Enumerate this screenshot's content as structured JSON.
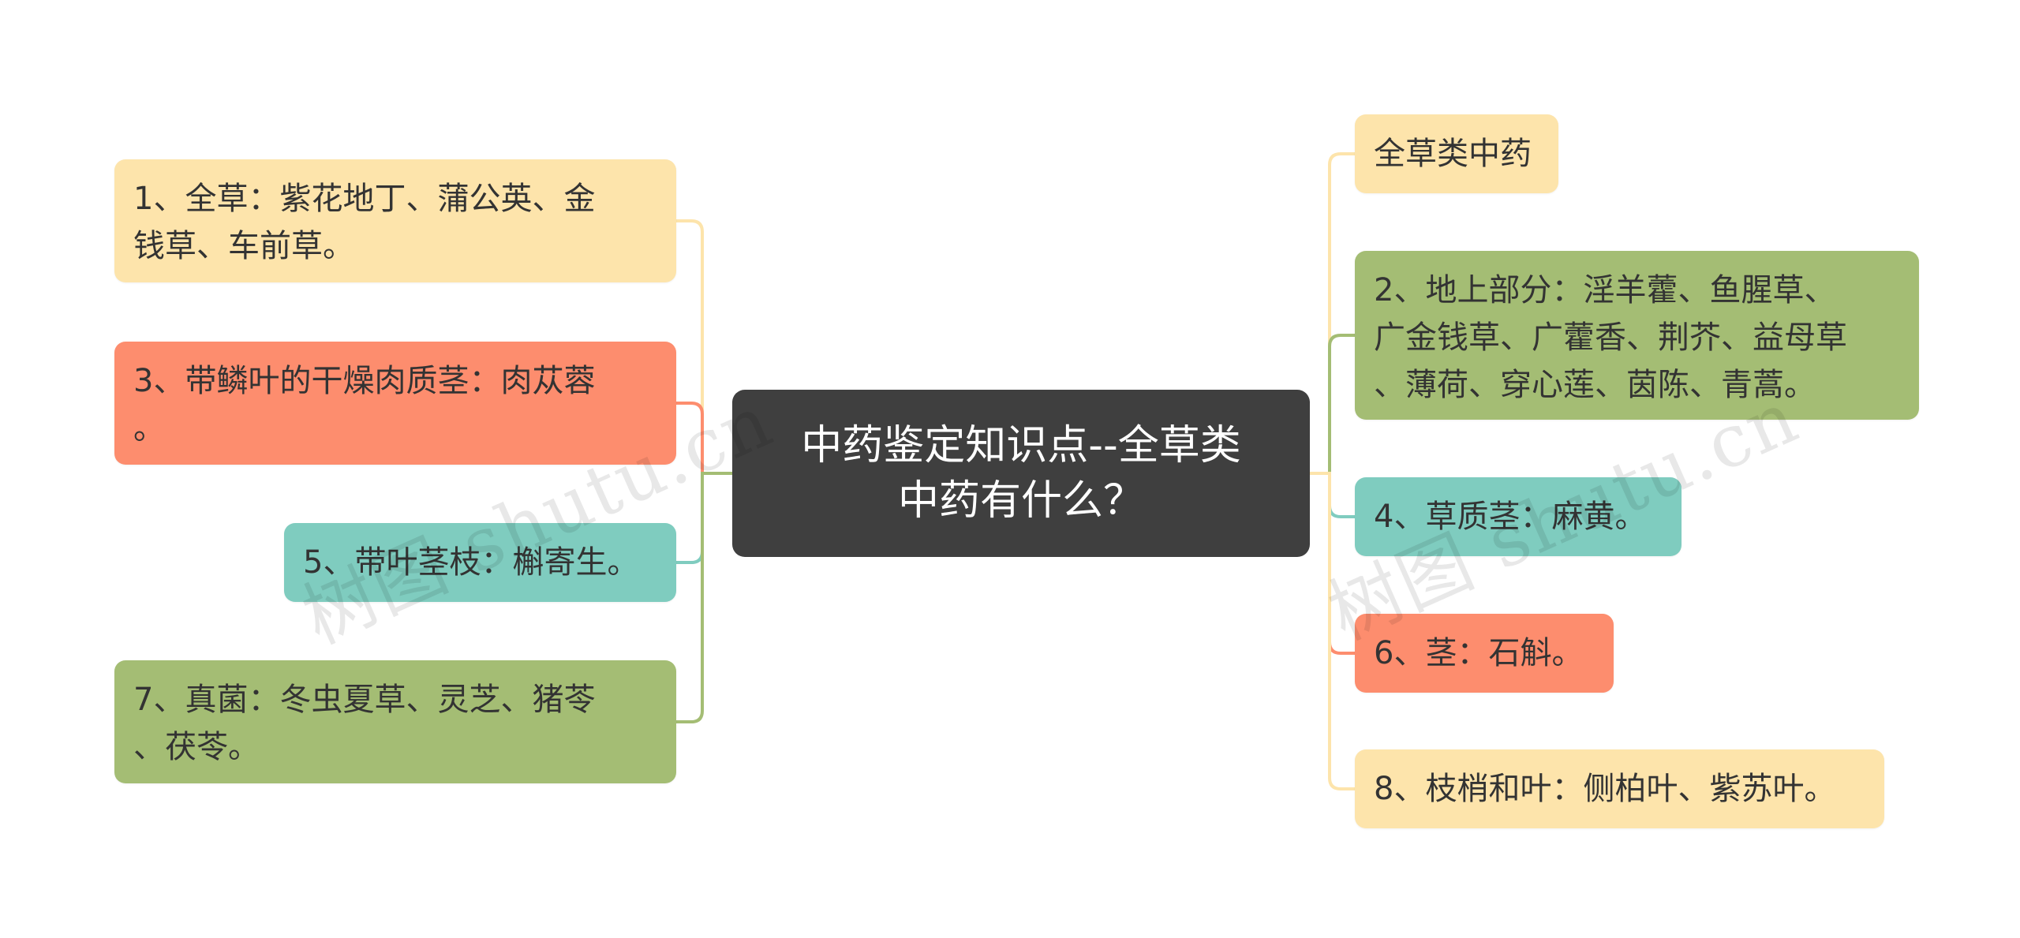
{
  "center": {
    "title": "中药鉴定知识点--全草类\n中药有什么？",
    "color": "#3f3f3f"
  },
  "left_nodes": [
    {
      "label": "1、全草：紫花地丁、蒲公英、金\n钱草、车前草。",
      "color": "#fde4ab",
      "line_color": "#fde4ab"
    },
    {
      "label": "3、带鳞叶的干燥肉质茎：肉苁蓉\n。",
      "color": "#fd8d6e",
      "line_color": "#fd8d6e"
    },
    {
      "label": "5、带叶茎枝：槲寄生。",
      "color": "#7fccbf",
      "line_color": "#7fccbf"
    },
    {
      "label": "7、真菌：冬虫夏草、灵芝、猪苓\n、茯苓。",
      "color": "#a4bd74",
      "line_color": "#a4bd74"
    }
  ],
  "right_nodes": [
    {
      "label": "全草类中药",
      "color": "#fde4ab",
      "line_color": "#fde4ab"
    },
    {
      "label": "2、地上部分：淫羊藿、鱼腥草、\n广金钱草、广藿香、荆芥、益母草\n、薄荷、穿心莲、茵陈、青蒿。",
      "color": "#a4bd74",
      "line_color": "#a4bd74"
    },
    {
      "label": "4、草质茎：麻黄。",
      "color": "#7fccbf",
      "line_color": "#7fccbf"
    },
    {
      "label": "6、茎：石斛。",
      "color": "#fd8d6e",
      "line_color": "#fd8d6e"
    },
    {
      "label": "8、枝梢和叶：侧柏叶、紫苏叶。",
      "color": "#fde4ab",
      "line_color": "#fde4ab"
    }
  ],
  "watermarks": [
    "树图 shutu.cn",
    "树图 shutu.cn"
  ]
}
